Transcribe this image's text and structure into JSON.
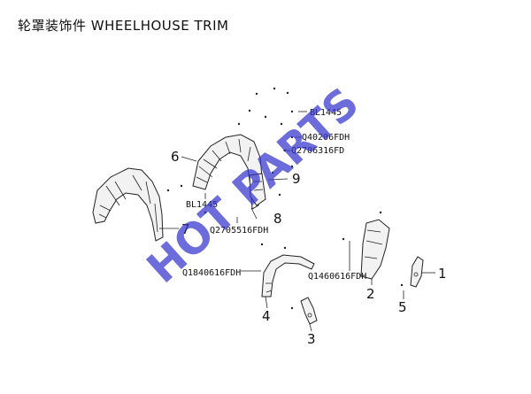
{
  "header": {
    "title": "轮罩装饰件 WHEELHOUSE TRIM"
  },
  "callouts": {
    "n1": "1",
    "n2": "2",
    "n3": "3",
    "n4": "4",
    "n5": "5",
    "n6": "6",
    "n7": "7",
    "n8": "8",
    "n9": "9"
  },
  "codes": {
    "bl1445_top": "BL1445",
    "q40206": "Q40206FDH",
    "q270631": "Q2706316FD",
    "bl1445_left": "BL1445",
    "q270551": "Q2705516FDH",
    "q184061": "Q1840616FDH",
    "q146061": "Q1460616FDH"
  },
  "watermark": {
    "text": "HOT PARTS",
    "color": "#3333cc"
  }
}
